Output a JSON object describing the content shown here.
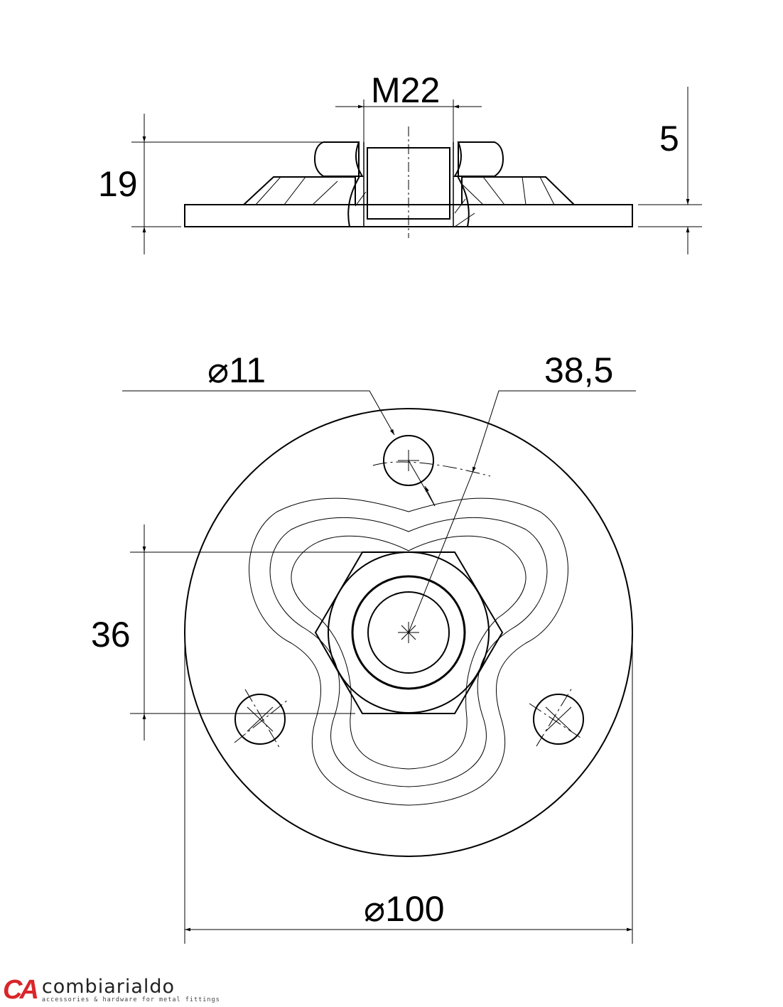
{
  "dimensions": {
    "thread": "M22",
    "height": "19",
    "plate_thickness": "5",
    "hole_diameter": "11",
    "hole_circle_radius": "38,5",
    "nut_width": "36",
    "plate_diameter": "100"
  },
  "diameter_symbol": "⌀",
  "logo": {
    "mark": "CA",
    "name": "combiarialdo",
    "tagline": "accessories & hardware for metal fittings"
  },
  "colors": {
    "line": "#000000",
    "brand": "#d9262b"
  }
}
